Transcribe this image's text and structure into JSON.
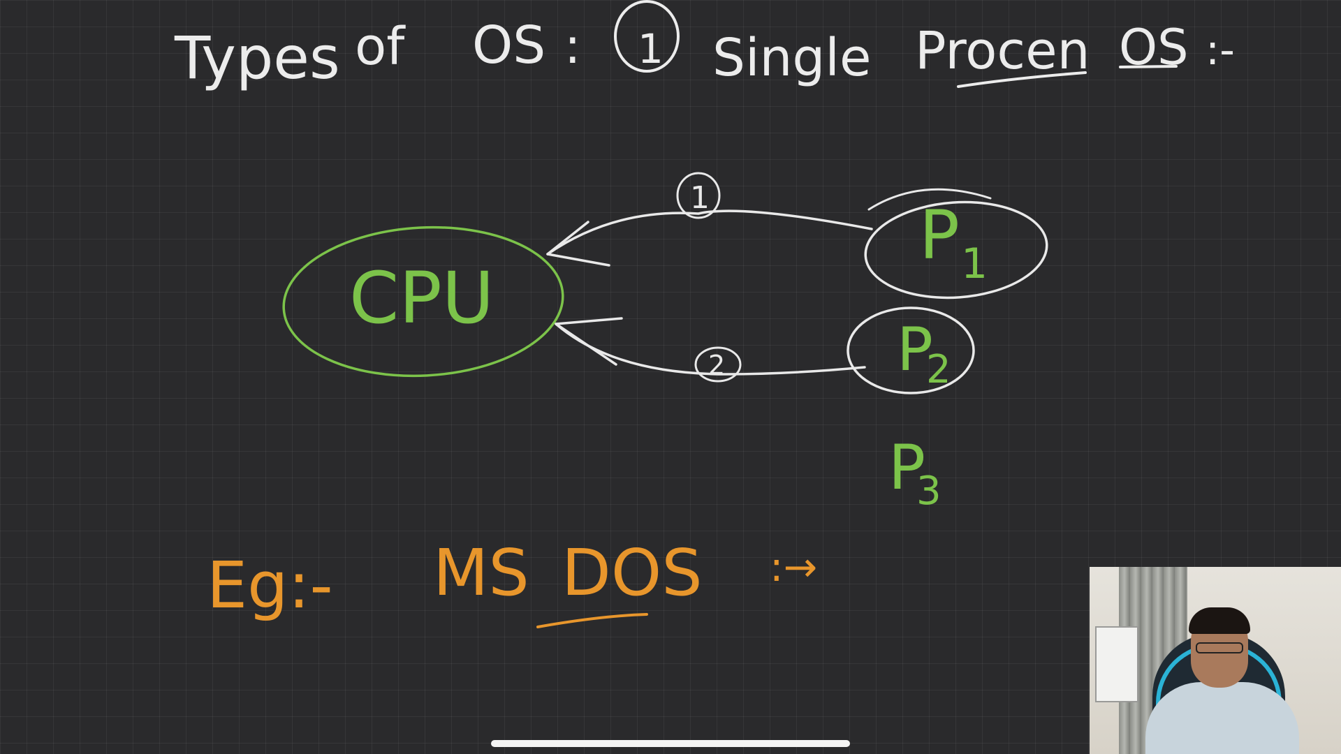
{
  "board": {
    "title": {
      "types": "Types",
      "of": "of",
      "os": "OS",
      "colon": ":",
      "number": "1",
      "single": "Single",
      "process": "Procen",
      "os2": "OS",
      "dash": ":-"
    },
    "diagram": {
      "cpu_label": "CPU",
      "p1_label": "P",
      "p1_sub": "1",
      "p2_label": "P",
      "p2_sub": "2",
      "p3_label": "P",
      "p3_sub": "3",
      "arrow1_marker": "1",
      "arrow2_marker": "2"
    },
    "example": {
      "eg": "Eg:-",
      "ms": "MS",
      "dos": "DOS",
      "arrow": ":→"
    }
  },
  "colors": {
    "background": "#2a2a2c",
    "chalk_white": "#e9e9e9",
    "green": "#7cc34a",
    "orange": "#e8962c"
  },
  "icons": {
    "webcam": "presenter-webcam-feed"
  }
}
